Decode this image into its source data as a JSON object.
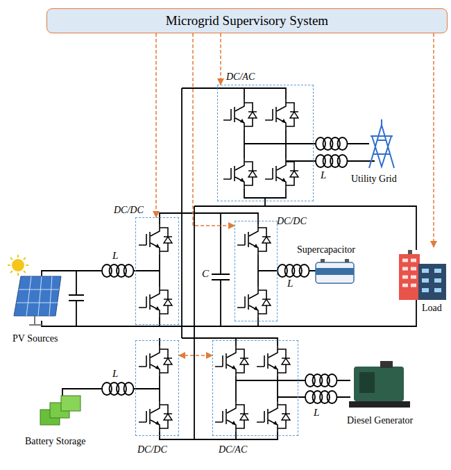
{
  "diagram": {
    "nodes": [
      {
        "text": [
          "Microgrid Supervisory System"
        ]
      },
      {
        "text": [
          "DC/AC"
        ]
      },
      {
        "text": [
          "DC/DC"
        ]
      },
      {
        "text": [
          "DC/DC"
        ]
      },
      {
        "text": [
          "DC/DC"
        ]
      },
      {
        "text": [
          "DC/AC"
        ]
      }
    ],
    "edges": [
      {
        "from": 0,
        "to": 1,
        "arrow": "to"
      },
      {
        "from": 0,
        "to": 2,
        "arrow": "to"
      },
      {
        "from": 0,
        "to": 3,
        "arrow": "to"
      },
      {
        "from": 4,
        "to": 5,
        "arrow": "both"
      }
    ],
    "labels": [
      "L",
      "Utility Grid",
      "L",
      "C",
      "Supercapacitor",
      "L",
      "Load",
      "PV Sources",
      "L",
      "Battery Storage",
      "L",
      "Diesel Generator"
    ]
  }
}
